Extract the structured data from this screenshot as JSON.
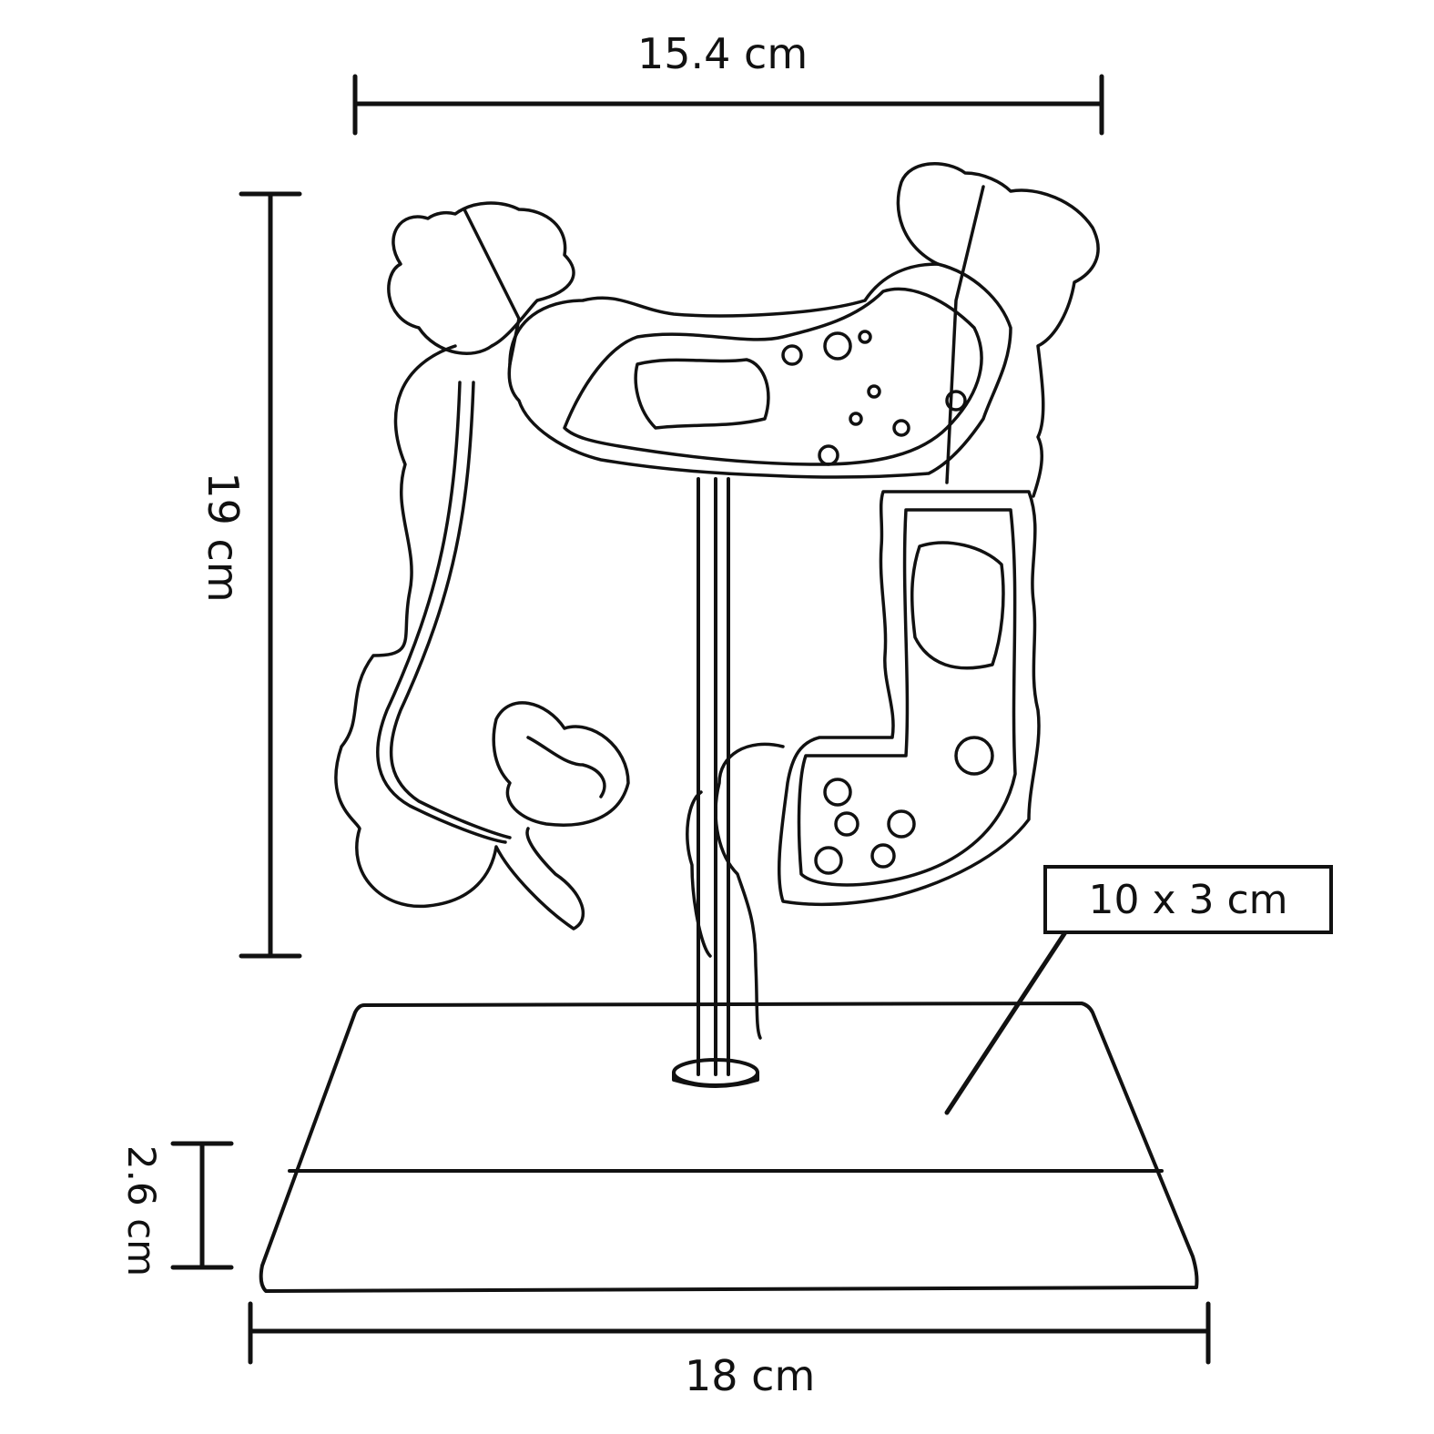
{
  "diagram": {
    "subject": "Large intestine anatomical model on display stand with dimensions",
    "dimensions": {
      "model_width": "15.4 cm",
      "model_height": "19 cm",
      "base_width": "18 cm",
      "base_height": "2.6 cm",
      "base_label": "10 x 3 cm"
    }
  }
}
